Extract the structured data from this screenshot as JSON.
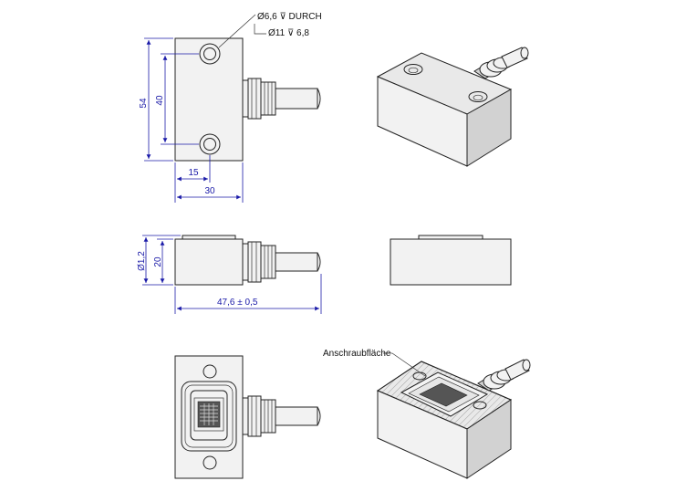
{
  "annotations": {
    "hole_through": "Ø6,6 ⊽ DURCH",
    "hole_counterbore": "Ø11 ⊽ 6,8",
    "mounting_surface": "Anschraubfläche"
  },
  "dimensions": {
    "height_total": "54",
    "hole_spacing": "40",
    "hole_offset": "15",
    "width": "30",
    "diameter": "Ø1,2",
    "thickness": "20",
    "length_total": "47,6 ± 0,5"
  },
  "colors": {
    "dimension": "#1a1aa8",
    "outline": "#222222"
  }
}
